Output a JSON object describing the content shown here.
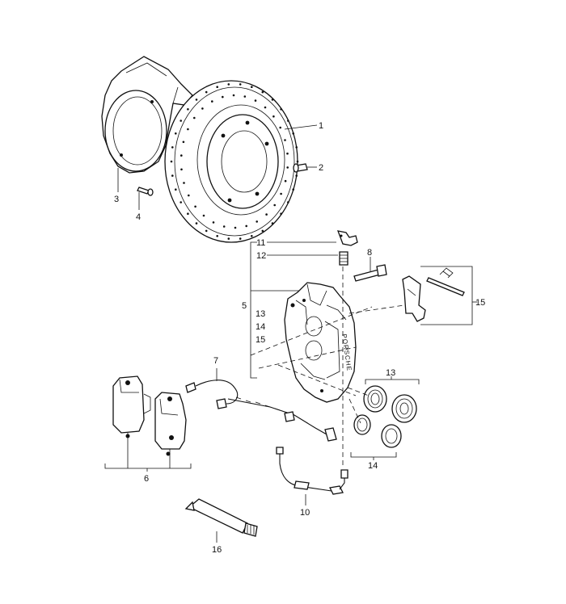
{
  "labels": {
    "n1": "1",
    "n2": "2",
    "n3": "3",
    "n4": "4",
    "n5": "5",
    "n6": "6",
    "n7": "7",
    "n8": "8",
    "n10": "10",
    "n11": "11",
    "n12": "12",
    "n13a": "13",
    "n14a": "14",
    "n15a": "15",
    "n13b": "13",
    "n14b": "14",
    "n15b": "15",
    "n16": "16"
  },
  "caliper_marking": "PORSCHE"
}
